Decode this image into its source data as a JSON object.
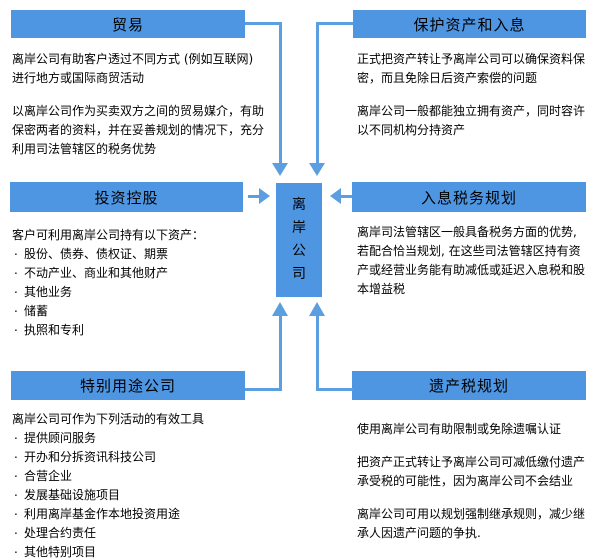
{
  "colors": {
    "box_blue": "#4F96E2",
    "arrow_blue": "#5B9FE0",
    "text": "#000000",
    "background": "#FFFFFF"
  },
  "center": {
    "label": "离岸公司"
  },
  "sections": {
    "trade": {
      "title": "贸易",
      "paragraphs": [
        "离岸公司有助客户透过不同方式 (例如互联网) 进行地方或国际商贸活动",
        "以离岸公司作为买卖双方之间的贸易媒介，有助保密两者的资料，并在妥善规划的情况下，充分利用司法管辖区的税务优势"
      ]
    },
    "protect": {
      "title": "保护资产和入息",
      "paragraphs": [
        "正式把资产转让予离岸公司可以确保资料保密，而且免除日后资产索偿的问题",
        "离岸公司一般都能独立拥有资产，同时容许以不同机构分持资产"
      ]
    },
    "invest": {
      "title": "投资控股",
      "intro": "客户可利用离岸公司持有以下资产：",
      "items": [
        "股份、债券、债权证、期票",
        "不动产业、商业和其他财产",
        "其他业务",
        "储蓄",
        "执照和专利"
      ]
    },
    "income_tax": {
      "title": "入息税务规划",
      "paragraphs": [
        "离岸司法管辖区一般具备税务方面的优势, 若配合恰当规划, 在这些司法管辖区持有资产或经营业务能有助减低或延迟入息税和股本增益税"
      ]
    },
    "special": {
      "title": "特别用途公司",
      "intro": "离岸公司可作为下列活动的有效工具",
      "items": [
        "提供顾问服务",
        "开办和分拆资讯科技公司",
        "合营企业",
        "发展基础设施项目",
        "利用离岸基金作本地投资用途",
        "处理合约责任",
        "其他特别项目"
      ]
    },
    "estate": {
      "title": "遗产税规划",
      "paragraphs": [
        "使用离岸公司有助限制或免除遗嘱认证",
        "把资产正式转让予离岸公司可减低缴付遗产承受税的可能性，因为离岸公司不会结业",
        "离岸公司可用以规划强制继承规则，减少继承人因遗产问题的争执."
      ]
    }
  }
}
